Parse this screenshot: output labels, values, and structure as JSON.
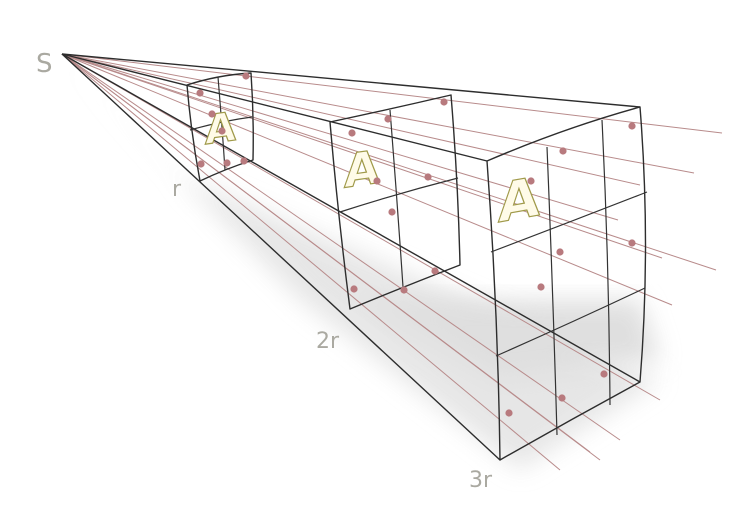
{
  "labels": {
    "source": "S",
    "distance_1": "r",
    "distance_2": "2r",
    "distance_3": "3r"
  },
  "surface_letter": "A",
  "colors": {
    "frame": "#2d2d2d",
    "ray": "#b88b8b",
    "dot": "#b87a7e",
    "label": "#aaa9a1",
    "letter_fill": "#fffbe8",
    "letter_outline": "#a09a4a"
  }
}
